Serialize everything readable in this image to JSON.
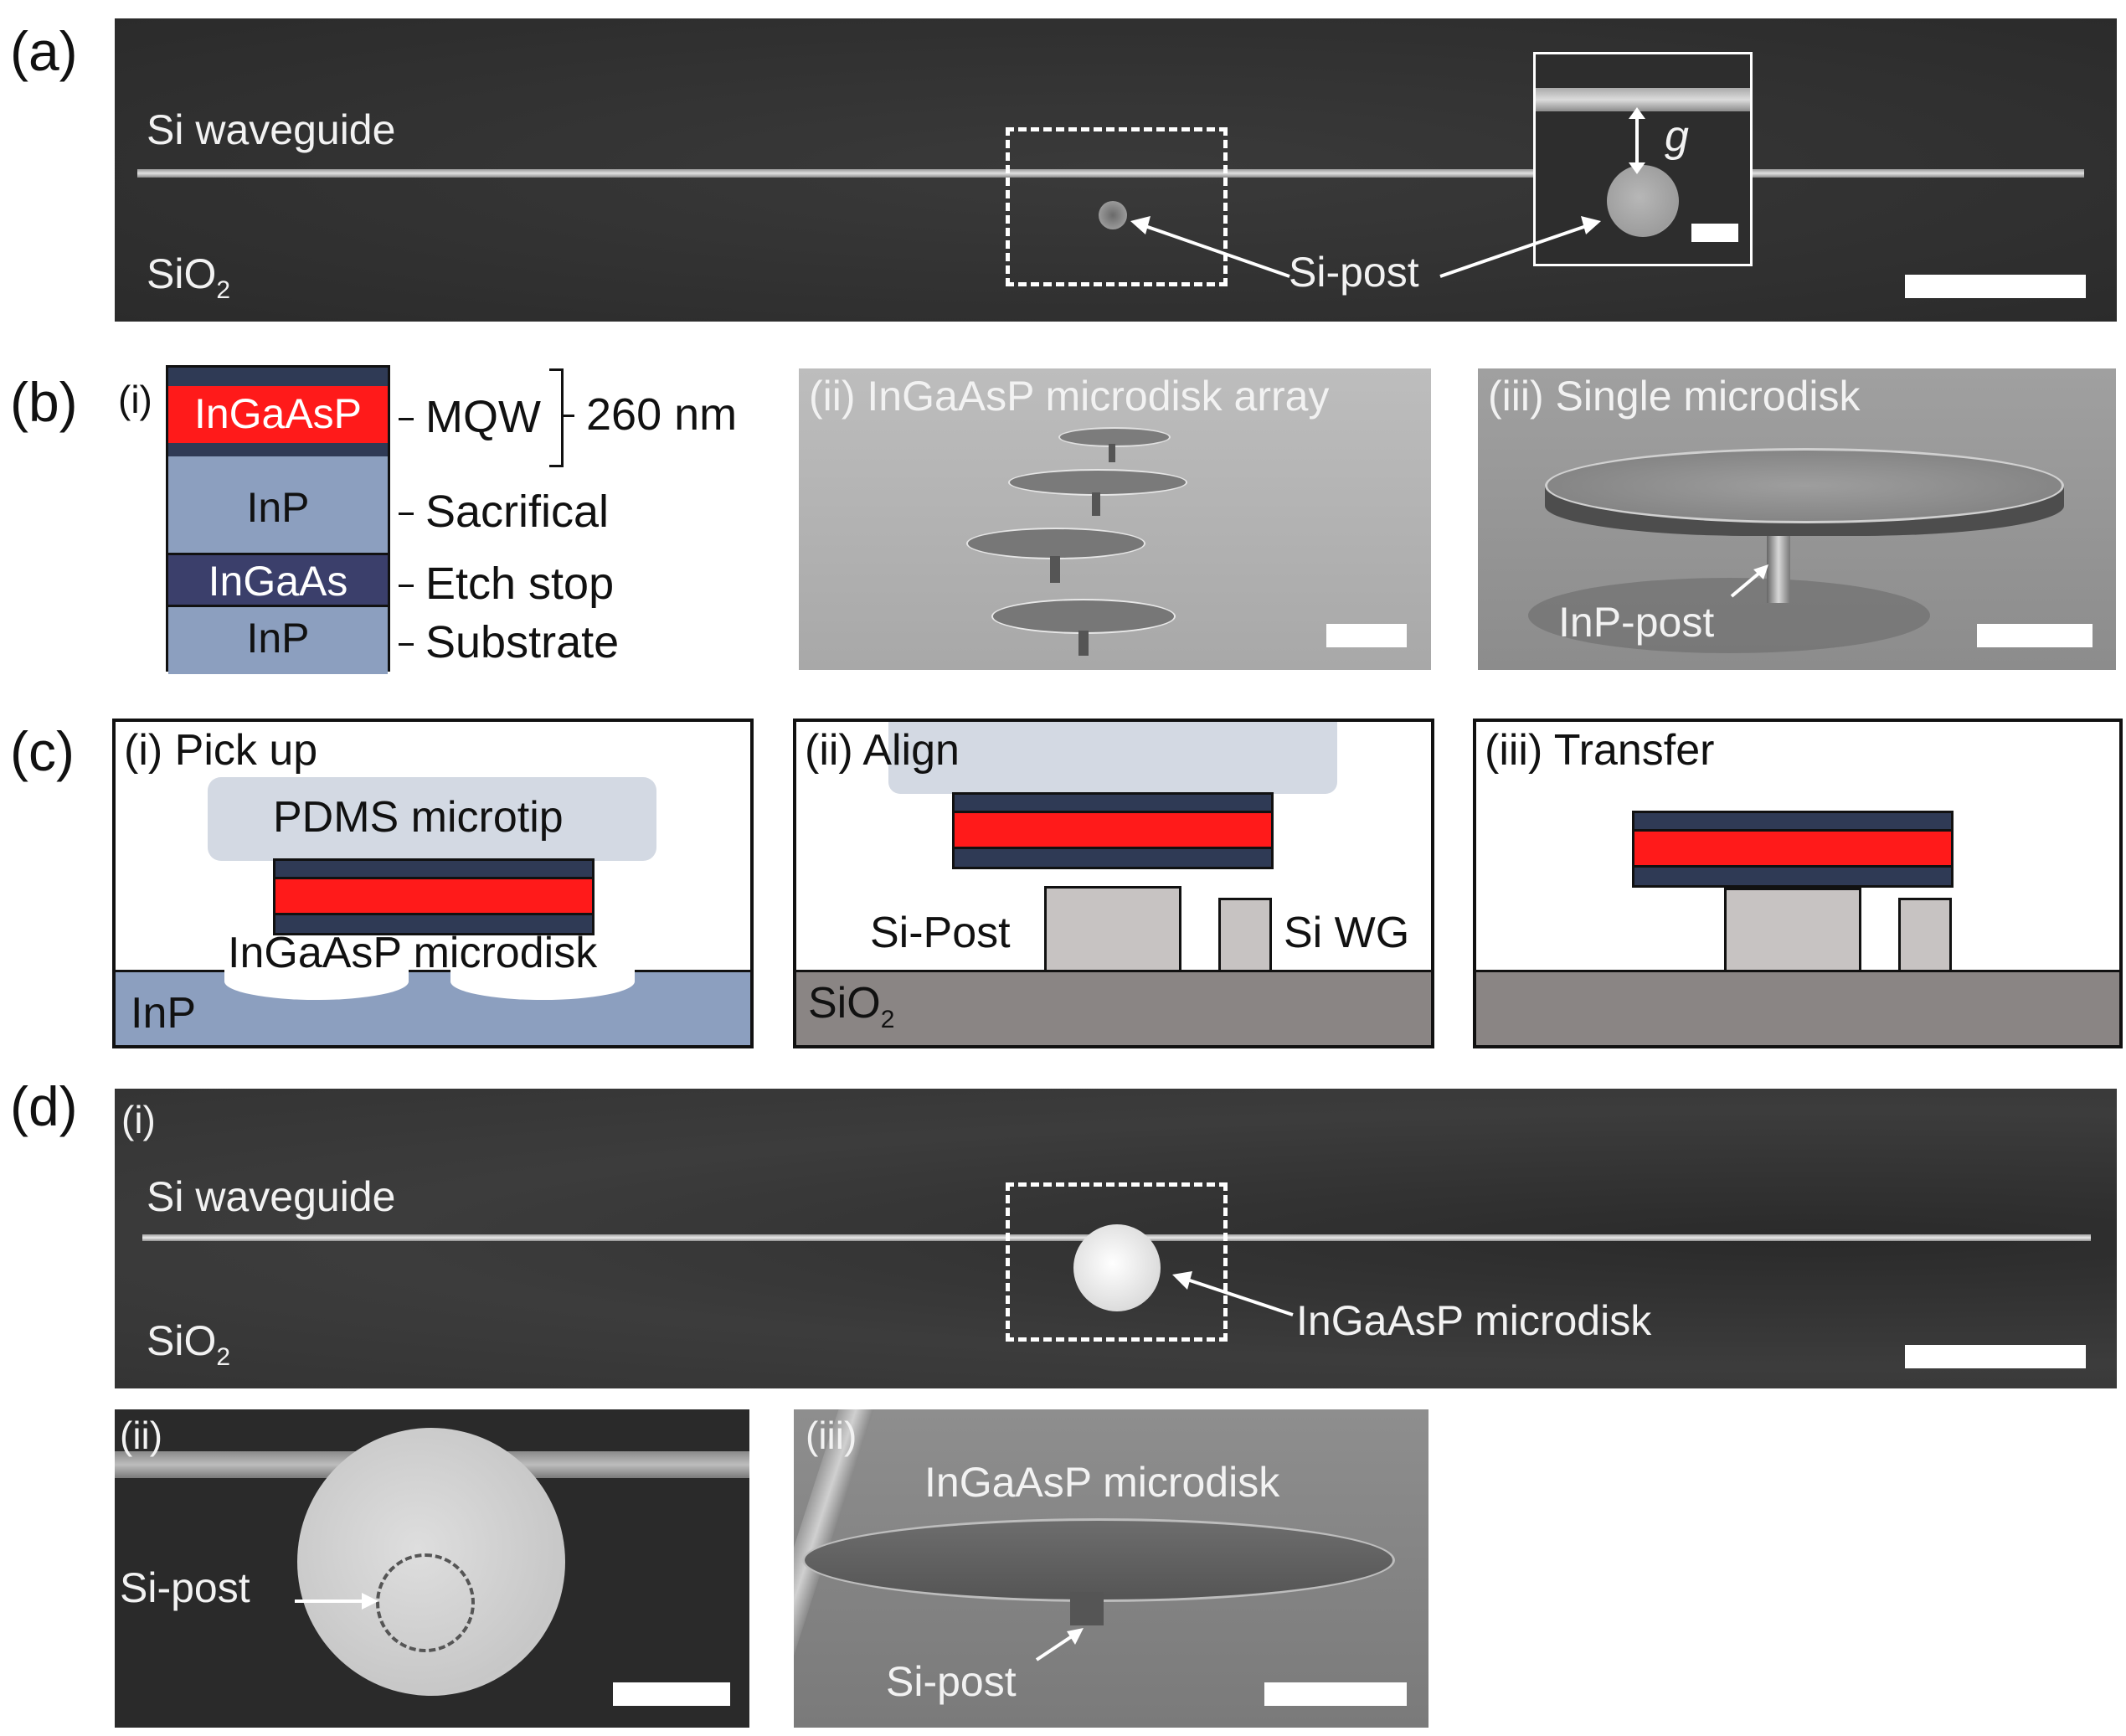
{
  "panel_labels": {
    "a": "(a)",
    "b": "(b)",
    "c": "(c)",
    "d": "(d)"
  },
  "panel_a": {
    "waveguide": "Si waveguide",
    "substrate_main": "SiO",
    "substrate_sub": "2",
    "post": "Si-post",
    "gap": "g"
  },
  "panel_b": {
    "i": {
      "label": "(i)",
      "layers": [
        {
          "name": "InGaAsP",
          "color": "#ff1a1a",
          "text_color": "#ffffff"
        },
        {
          "name": "InP",
          "color": "#8c9fbf",
          "text_color": "#111111"
        },
        {
          "name": "InGaAs",
          "color": "#3b3f6b",
          "text_color": "#ffffff"
        },
        {
          "name": "InP",
          "color": "#8c9fbf",
          "text_color": "#111111"
        }
      ],
      "annotations": [
        "MQW",
        "Sacrifical",
        "Etch stop",
        "Substrate"
      ],
      "thickness": "260 nm"
    },
    "ii": {
      "title": "(ii) InGaAsP microdisk array"
    },
    "iii": {
      "title": "(iii) Single microdisk",
      "post": "InP-post"
    }
  },
  "panel_c": {
    "i": {
      "title": "(i) Pick up",
      "tip": "PDMS microtip",
      "disk": "InGaAsP microdisk",
      "substrate": "InP"
    },
    "ii": {
      "title": "(ii) Align",
      "post": "Si-Post",
      "wg": "Si WG",
      "substrate_main": "SiO",
      "substrate_sub": "2"
    },
    "iii": {
      "title": "(iii) Transfer"
    },
    "colors": {
      "pdms": "#d3d9e3",
      "inp": "#8c9fbf",
      "sio2": "#8a8584",
      "si": "#c7c3c2",
      "active": "#ff1a1a",
      "cladding": "#2f3a55"
    }
  },
  "panel_d": {
    "i": {
      "label": "(i)",
      "waveguide": "Si waveguide",
      "substrate_main": "SiO",
      "substrate_sub": "2",
      "disk": "InGaAsP microdisk"
    },
    "ii": {
      "label": "(ii)",
      "post": "Si-post"
    },
    "iii": {
      "label": "(iii)",
      "disk": "InGaAsP microdisk",
      "post": "Si-post"
    }
  }
}
